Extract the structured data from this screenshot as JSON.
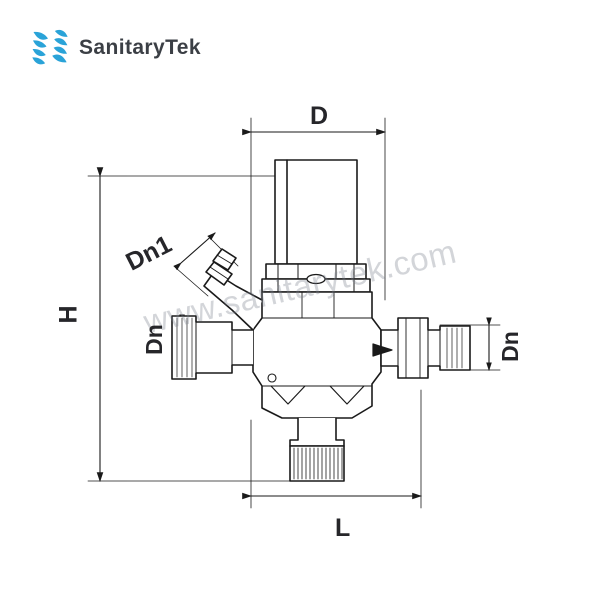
{
  "brand": {
    "logo_icon": "sanitarytek-logo-icon",
    "name": "SanitaryTek",
    "logo_color": "#2aa3d8",
    "text_color": "#3b3f45"
  },
  "watermark": {
    "text": "www.sanitarytek.com",
    "color": "#78808c"
  },
  "drawing": {
    "title": "valve-technical-drawing",
    "line_color": "#1a1a1a",
    "fill_color": "#ffffff",
    "dimension_labels": {
      "width_top": "D",
      "length_bottom": "L",
      "height_left": "H",
      "inlet_left": "Dn",
      "outlet_right": "Dn",
      "branch": "Dn1"
    }
  }
}
